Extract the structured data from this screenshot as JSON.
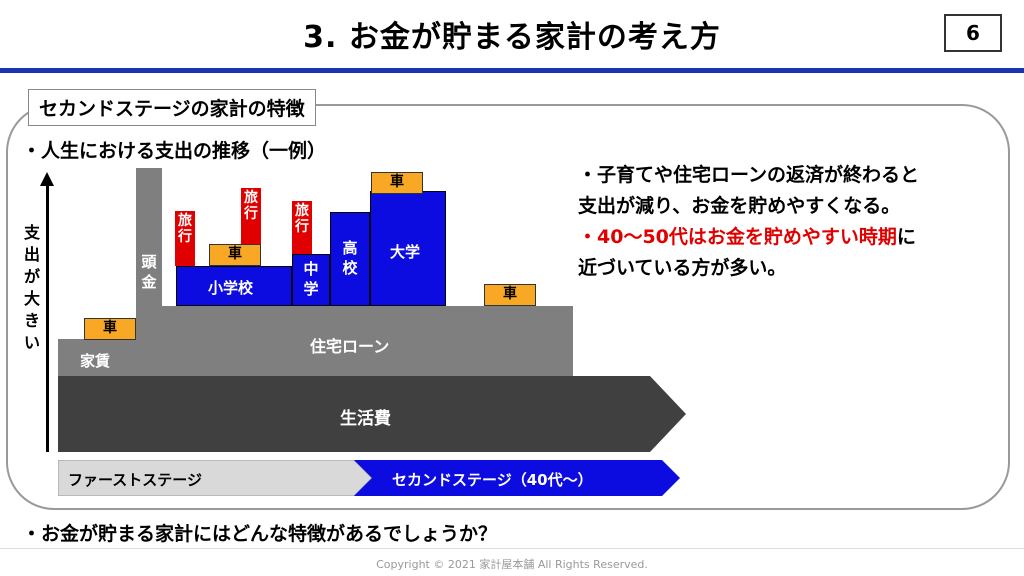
{
  "header": {
    "title": "3. お金が貯まる家計の考え方",
    "page_number": "6"
  },
  "section_label": "セカンドステージの家計の特徴",
  "subhead": "・人生における支出の推移（一例）",
  "y_axis_label": "支出が大きい",
  "diagram": {
    "living_cost": "生活費",
    "rent": "家賃",
    "mortgage": "住宅ローン",
    "down_payment": "頭金",
    "car": "車",
    "travel": "旅行",
    "elementary": "小学校",
    "middle": "中学",
    "high": "高校",
    "university": "大学",
    "first_stage": "ファーストステージ",
    "second_stage": "セカンドステージ（40代～）"
  },
  "bullets": {
    "line1": "・子育てや住宅ローンの返済が終わると",
    "line2": "支出が減り、お金を貯めやすくなる。",
    "line3_red": "・40～50代はお金を貯めやすい時期",
    "line3_rest": "に",
    "line4": "近づいている方が多い。"
  },
  "footer_question": "・お金が貯まる家計にはどんな特徴があるでしょうか？",
  "copyright": "Copyright © 2021 家計屋本舗 All Rights Reserved.",
  "colors": {
    "accent_blue": "#1a33b3",
    "block_blue": "#0c0ce0",
    "gray": "#7f7f7f",
    "car_orange": "#f9a825",
    "red": "#e00000"
  }
}
